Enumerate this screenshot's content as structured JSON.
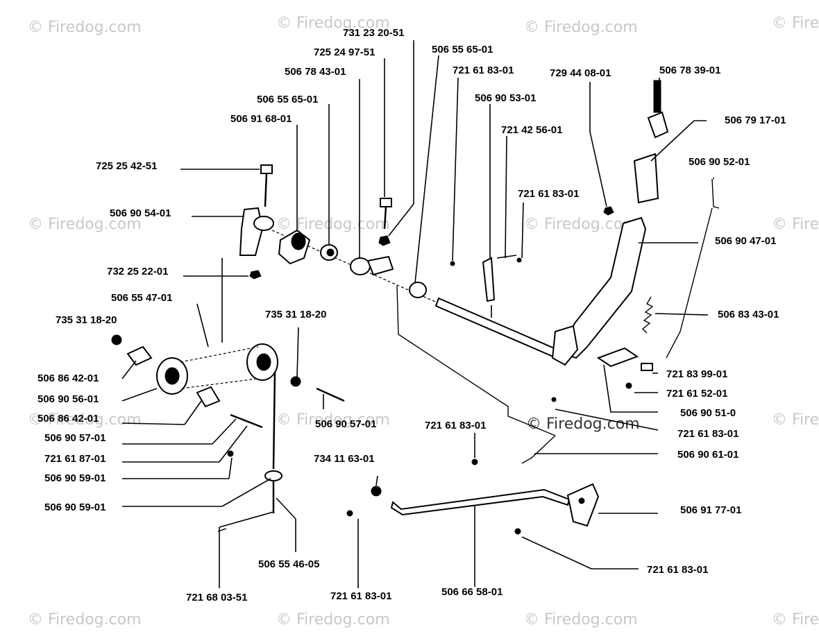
{
  "watermarks": {
    "text": "© Firedog.com",
    "text_cut": "© Fire",
    "text_dark": "© Firedog.com"
  },
  "labels": {
    "l_731232051": "731 23 20-51",
    "l_725249751": "725 24 97-51",
    "l_506556501_top": "506 55 65-01",
    "l_506784301": "506 78 43-01",
    "l_721618301_a": "721 61 83-01",
    "l_506556501_b": "506 55 65-01",
    "l_506905301": "506 90 53-01",
    "l_506916801": "506 91 68-01",
    "l_721425601": "721 42 56-01",
    "l_729440801": "729 44 08-01",
    "l_506783901": "506 78 39-01",
    "l_506791701": "506 79 17-01",
    "l_506905201": "506 90 52-01",
    "l_725254251": "725 25 42-51",
    "l_721618301_b": "721 61 83-01",
    "l_506905401": "506 90 54-01",
    "l_506904701": "506 90 47-01",
    "l_732252201": "732 25 22-01",
    "l_506554701": "506 55 47-01",
    "l_735311820_a": "735 31 18-20",
    "l_735311820_b": "735 31 18-20",
    "l_506834301": "506 83 43-01",
    "l_506864201_a": "506 86 42-01",
    "l_721839901": "721 83 99-01",
    "l_506905601": "506 90 56-01",
    "l_721615201": "721 61 52-01",
    "l_506864201_b": "506 86 42-01",
    "l_506905701_a": "506 90 57-01",
    "l_50690510": "506 90 51-0",
    "l_721618301_c": "721 61 83-01",
    "l_506905701_b": "506 90 57-01",
    "l_721618301_d": "721 61 83-01",
    "l_721618701": "721 61 87-01",
    "l_506906101": "506 90 61-01",
    "l_734116301": "734 11 63-01",
    "l_506905901_a": "506 90 59-01",
    "l_506905901_b": "506 90 59-01",
    "l_506917701": "506 91 77-01",
    "l_721618301_e": "721 61 83-01",
    "l_506554605": "506 55 46-05",
    "l_721680351": "721 68 03-51",
    "l_721618301_f": "721 61 83-01",
    "l_506665801": "506 66 58-01"
  }
}
